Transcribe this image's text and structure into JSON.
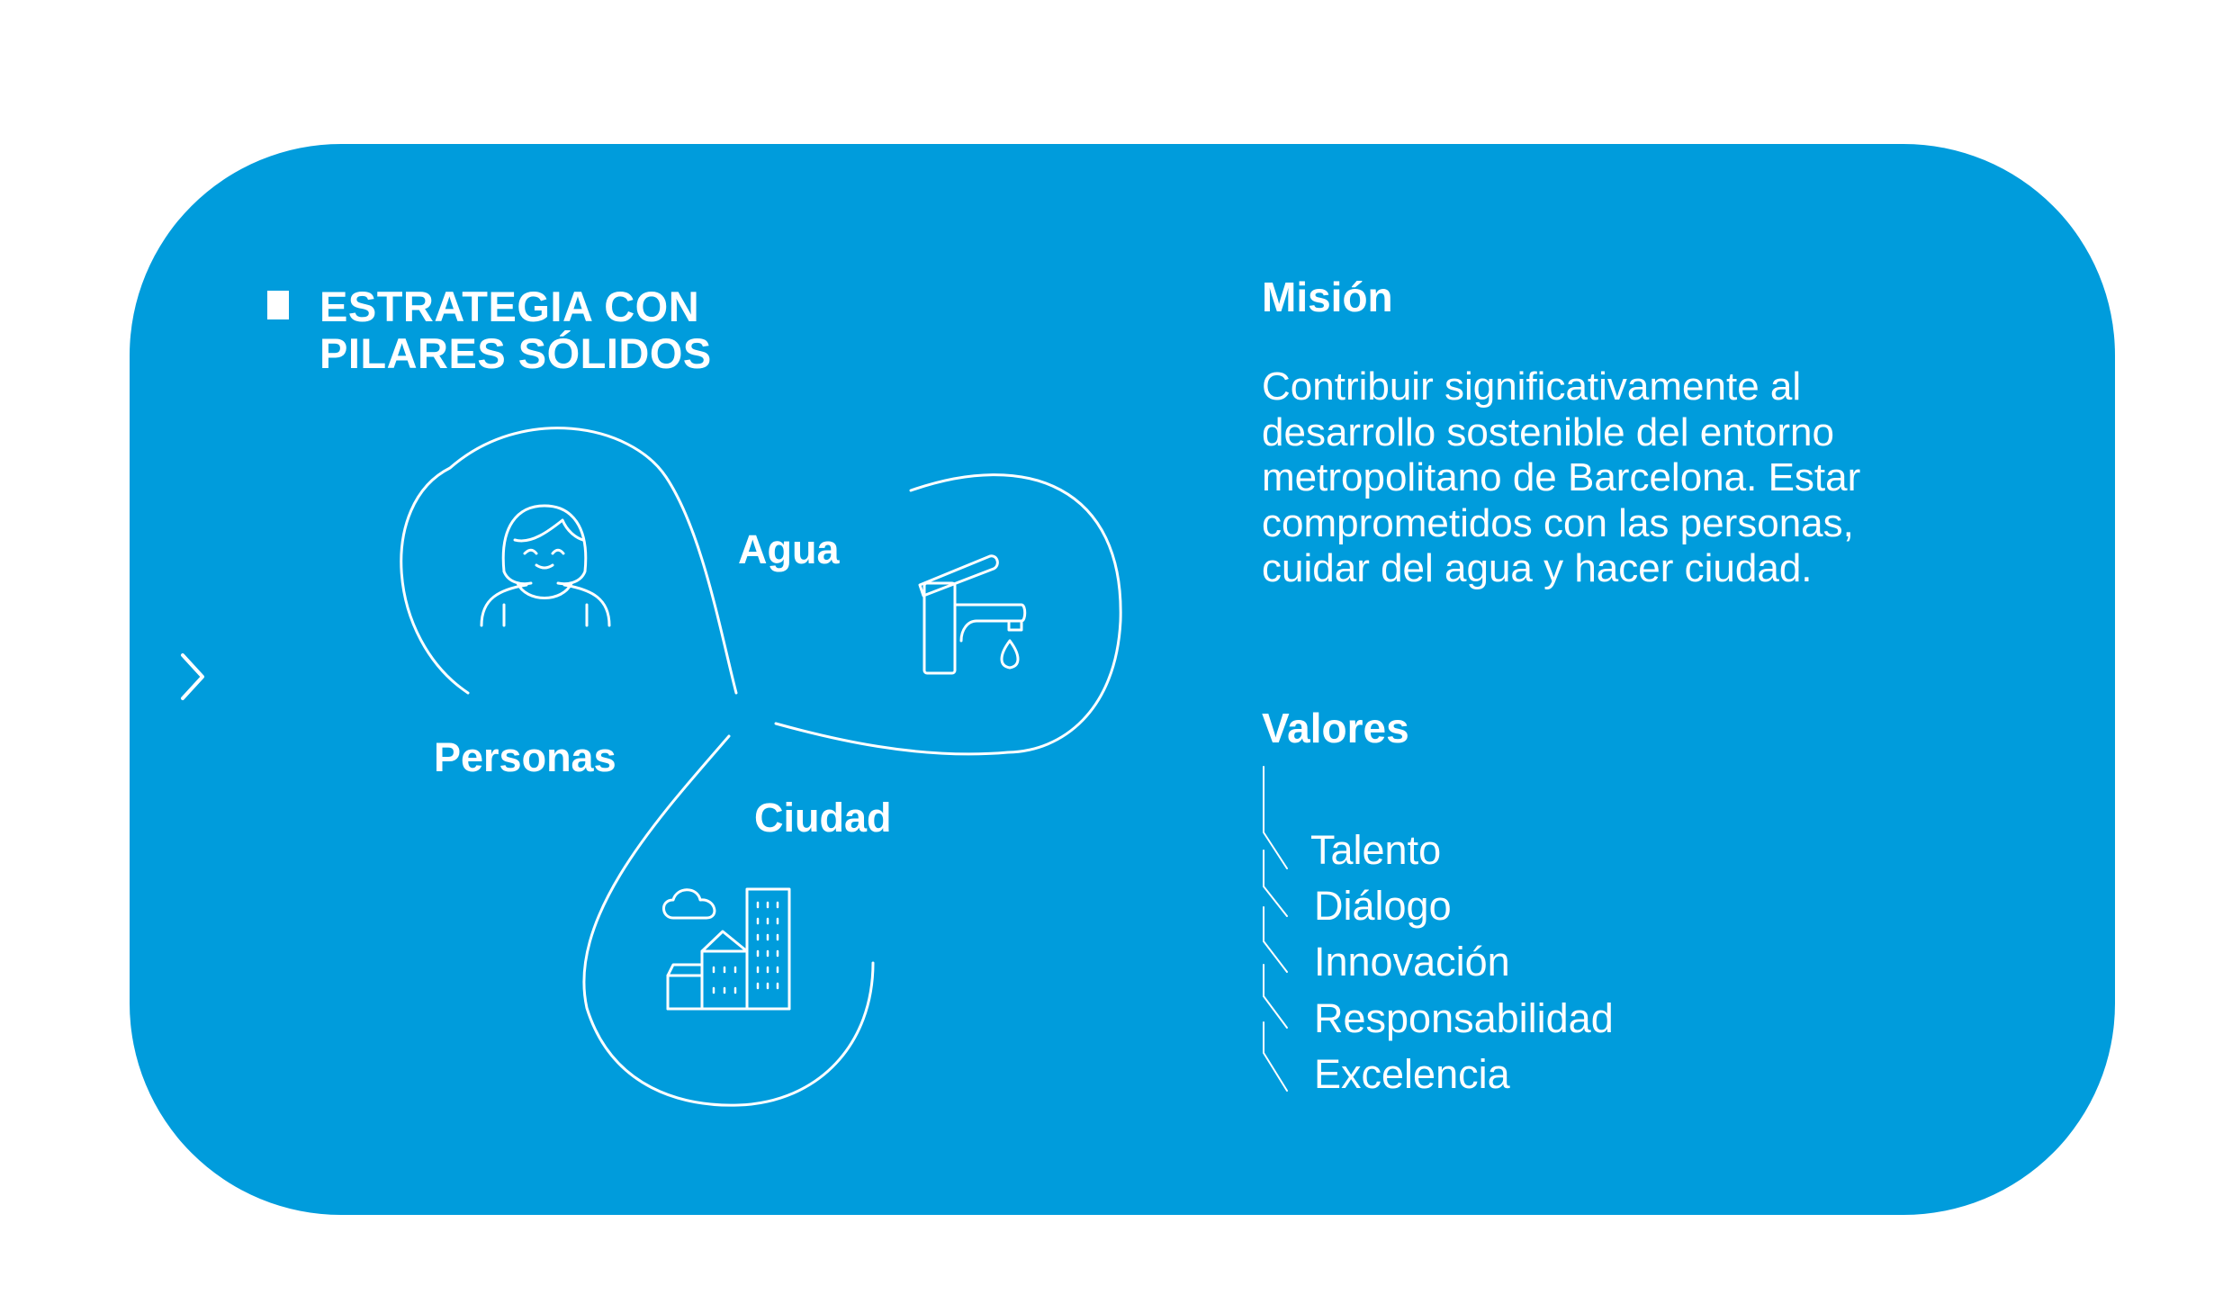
{
  "strategy": {
    "title_line1": "ESTRATEGIA CON",
    "title_line2": "PILARES SÓLIDOS"
  },
  "pillars": {
    "agua": "Agua",
    "personas": "Personas",
    "ciudad": "Ciudad"
  },
  "mission": {
    "heading": "Misión",
    "text": "Contribuir significativamente al desarrollo sostenible del entorno metropolitano de Barcelona. Estar comprometidos con las personas, cuidar del agua y hacer ciudad."
  },
  "values": {
    "heading": "Valores",
    "items": [
      "Talento",
      "Diálogo",
      "Innovación",
      "Responsabilidad",
      "Excelencia"
    ]
  },
  "colors": {
    "panel": "#009cdc",
    "text": "#ffffff"
  },
  "icons": {
    "nav": "chevron-right-icon",
    "personas": "person-icon",
    "agua": "faucet-icon",
    "ciudad": "city-buildings-icon"
  }
}
